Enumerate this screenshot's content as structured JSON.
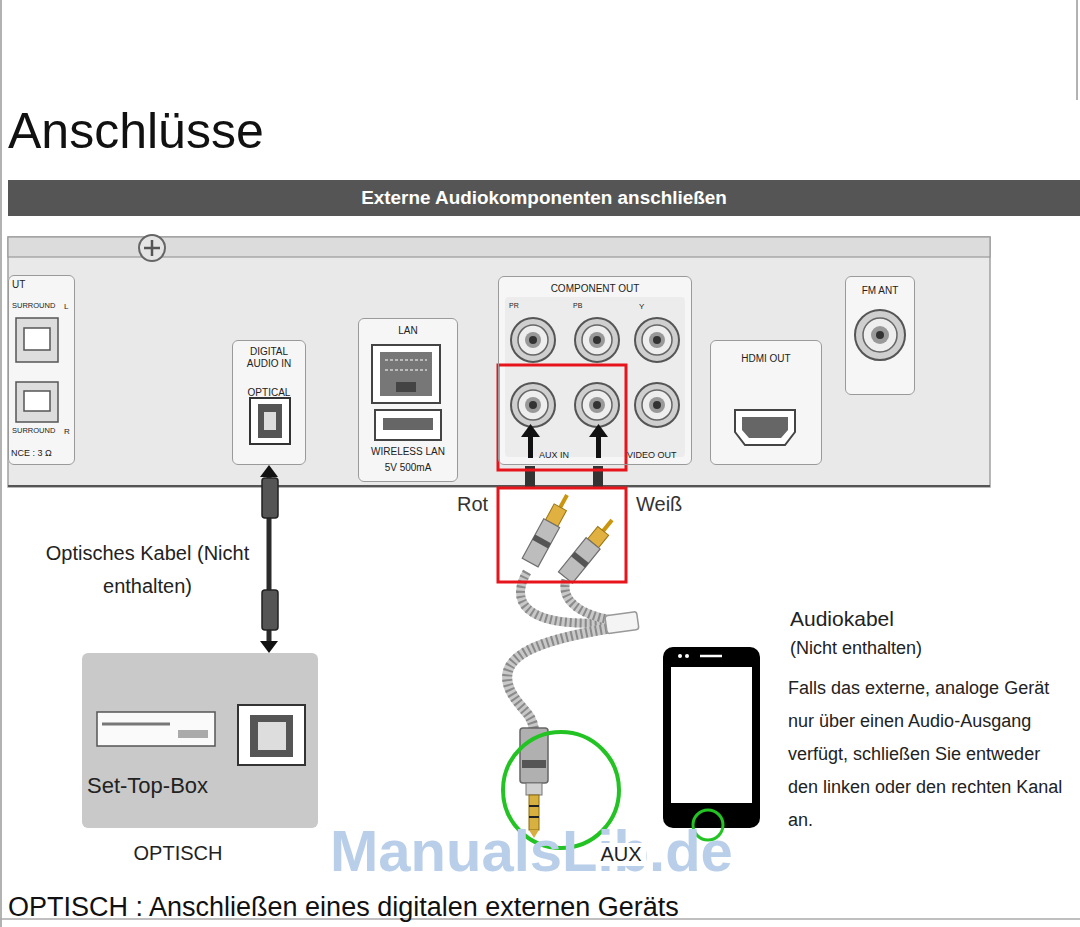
{
  "diagram": {
    "title": "Anschlüsse",
    "caption": "OPTISCH : Anschließen eines digitalen externen Geräts",
    "nodes": [
      {
        "text": [
          "Externe Audiokomponenten anschließen"
        ]
      },
      {
        "text": [
          "UT",
          "SURROUND",
          "L",
          "SURROUND",
          "R",
          "NCE : 3 Ω"
        ]
      },
      {
        "text": [
          "DIGITAL AUDIO IN",
          "OPTICAL"
        ]
      },
      {
        "text": [
          "LAN",
          "WIRELESS LAN",
          "5V 500mA"
        ]
      },
      {
        "text": [
          "COMPONENT OUT",
          "PR",
          "PB",
          "Y",
          "AUX IN",
          "VIDEO OUT"
        ]
      },
      {
        "text": [
          "HDMI OUT"
        ]
      },
      {
        "text": [
          "FM ANT"
        ]
      },
      {
        "text": [
          "Set-Top-Box"
        ]
      }
    ],
    "edges": [
      {
        "from": 7,
        "to": 2,
        "arrow": "both",
        "label": "Optisches Kabel (Nicht enthalten)"
      }
    ],
    "labels": [
      "Rot",
      "Weiß",
      "OPTISCH",
      "AUX",
      "Audiokabel",
      "(Nicht enthalten)",
      "Falls das externe, analoge Gerät nur über einen Audio-Ausgang verfügt, schließen Sie entweder den linken oder den rechten Kanal an.",
      "ManualsLib.de"
    ]
  }
}
